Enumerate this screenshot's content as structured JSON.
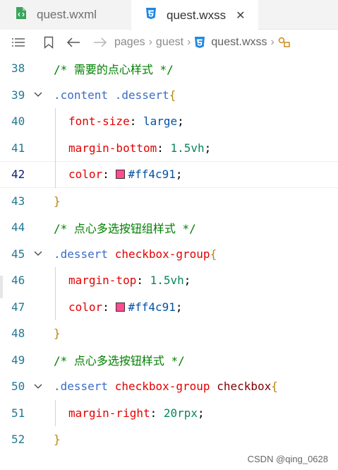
{
  "tabs": [
    {
      "label": "quest.wxml",
      "icon": "wxml-file-icon",
      "active": false
    },
    {
      "label": "quest.wxss",
      "icon": "css-file-icon",
      "active": true,
      "close": "✕"
    }
  ],
  "breadcrumb": {
    "items": [
      "pages",
      "guest",
      "quest.wxss"
    ]
  },
  "colors": {
    "swatch": "#ff4c91",
    "comment": "#008000",
    "property": "#e50000",
    "linenumber": "#237893"
  },
  "editor": {
    "lines": [
      {
        "n": "38",
        "tokens": [
          [
            "c-comment",
            "/* 需要的点心样式 */"
          ]
        ]
      },
      {
        "n": "39",
        "fold": true,
        "tokens": [
          [
            "c-class",
            ".content .dessert"
          ],
          [
            "c-brace",
            "{"
          ]
        ]
      },
      {
        "n": "40",
        "indent": true,
        "tokens": [
          [
            "c-prop",
            "font-size"
          ],
          [
            "c-punc",
            ": "
          ],
          [
            "c-val",
            "large"
          ],
          [
            "c-punc",
            ";"
          ]
        ]
      },
      {
        "n": "41",
        "indent": true,
        "tokens": [
          [
            "c-prop",
            "margin-bottom"
          ],
          [
            "c-punc",
            ": "
          ],
          [
            "c-num",
            "1.5vh"
          ],
          [
            "c-punc",
            ";"
          ]
        ]
      },
      {
        "n": "42",
        "indent": true,
        "active": true,
        "tokens": [
          [
            "c-prop",
            "color"
          ],
          [
            "c-punc",
            ": "
          ],
          [
            "swatch",
            ""
          ],
          [
            "c-val",
            "#ff4c91"
          ],
          [
            "c-punc",
            ";"
          ]
        ]
      },
      {
        "n": "43",
        "tokens": [
          [
            "c-brace",
            "}"
          ]
        ]
      },
      {
        "n": "44",
        "tokens": [
          [
            "c-comment",
            "/* 点心多选按钮组样式 */"
          ]
        ]
      },
      {
        "n": "45",
        "fold": true,
        "tokens": [
          [
            "c-class",
            ".dessert "
          ],
          [
            "c-prop",
            "checkbox-group"
          ],
          [
            "c-brace",
            "{"
          ]
        ]
      },
      {
        "n": "46",
        "indent": true,
        "tokens": [
          [
            "c-prop",
            "margin-top"
          ],
          [
            "c-punc",
            ": "
          ],
          [
            "c-num",
            "1.5vh"
          ],
          [
            "c-punc",
            ";"
          ]
        ]
      },
      {
        "n": "47",
        "indent": true,
        "tokens": [
          [
            "c-prop",
            "color"
          ],
          [
            "c-punc",
            ": "
          ],
          [
            "swatch",
            ""
          ],
          [
            "c-val",
            "#ff4c91"
          ],
          [
            "c-punc",
            ";"
          ]
        ]
      },
      {
        "n": "48",
        "tokens": [
          [
            "c-brace",
            "}"
          ]
        ]
      },
      {
        "n": "49",
        "tokens": [
          [
            "c-comment",
            "/* 点心多选按钮样式 */"
          ]
        ]
      },
      {
        "n": "50",
        "fold": true,
        "tokens": [
          [
            "c-class",
            ".dessert "
          ],
          [
            "c-prop",
            "checkbox-group "
          ],
          [
            "c-selector",
            "checkbox"
          ],
          [
            "c-brace",
            "{"
          ]
        ]
      },
      {
        "n": "51",
        "indent": true,
        "tokens": [
          [
            "c-prop",
            "margin-right"
          ],
          [
            "c-punc",
            ": "
          ],
          [
            "c-num",
            "20rpx"
          ],
          [
            "c-punc",
            ";"
          ]
        ]
      },
      {
        "n": "52",
        "tokens": [
          [
            "c-brace",
            "}"
          ]
        ]
      }
    ]
  },
  "watermark": "CSDN @qing_0628"
}
